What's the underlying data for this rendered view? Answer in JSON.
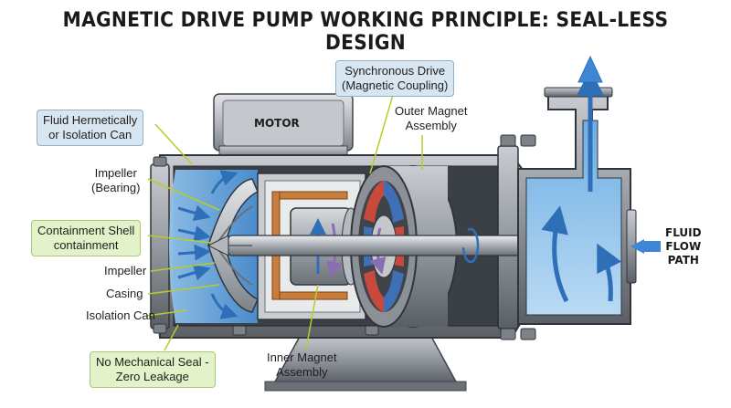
{
  "title": "MAGNETIC DRIVE PUMP WORKING PRINCIPLE: SEAL-LESS DESIGN",
  "motor_label": "MOTOR",
  "labels": {
    "fluid_hermetic": [
      "Fluid Hermetically",
      "or Isolation Can"
    ],
    "sync_drive": [
      "Synchronous Drive",
      "(Magnetic Coupling)"
    ],
    "outer_magnet": [
      "Outer Magnet",
      "Assembly"
    ],
    "impeller_bearing": [
      "Impeller",
      "(Bearing)"
    ],
    "containment_shell": [
      "Containment Shell",
      "containment"
    ],
    "impeller": "Impeller",
    "casing": "Casing",
    "isolation_can": "Isolation Can",
    "no_seal": [
      "No Mechanical Seal -",
      "Zero Leakage"
    ],
    "inner_magnet": [
      "Inner Magnet",
      "Assembly"
    ],
    "fluid_flow": [
      "FLUID",
      "FLOW",
      "PATH"
    ]
  },
  "colors": {
    "fluid": "#4a90d9",
    "fluid_light": "#a9cdee",
    "casing": "#8c9198",
    "casing_dark": "#4d5259",
    "magnet_red": "#c94a3c",
    "magnet_blue": "#3f6fb5",
    "copper": "#c97d3a",
    "leader": "#c7d63a",
    "box_blue": "#d8e6f1",
    "box_green": "#e4f2c9"
  }
}
